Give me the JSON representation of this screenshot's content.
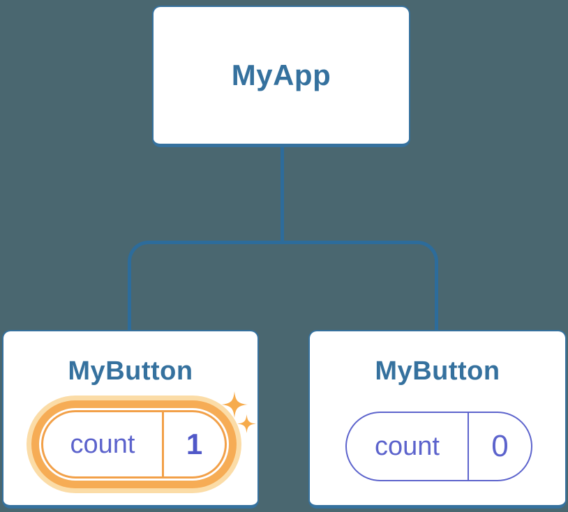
{
  "colors": {
    "background": "#4a6770",
    "node_fill": "#ffffff",
    "node_border": "#35719e",
    "node_text": "#35719e",
    "connector": "#2d6c9b",
    "state_purple": "#5c63cc",
    "state_value": "#5058c8",
    "highlight_orange": "#f6ac55",
    "highlight_line": "#f2a048",
    "highlight_glow": "#fbdca7",
    "sparkle": "#f6ab4c"
  },
  "tree": {
    "root": {
      "label": "MyApp"
    },
    "children": [
      {
        "label": "MyButton",
        "state": {
          "name": "count",
          "value": "1"
        },
        "highlighted": true,
        "icon": "sparkles-icon"
      },
      {
        "label": "MyButton",
        "state": {
          "name": "count",
          "value": "0"
        },
        "highlighted": false
      }
    ]
  }
}
